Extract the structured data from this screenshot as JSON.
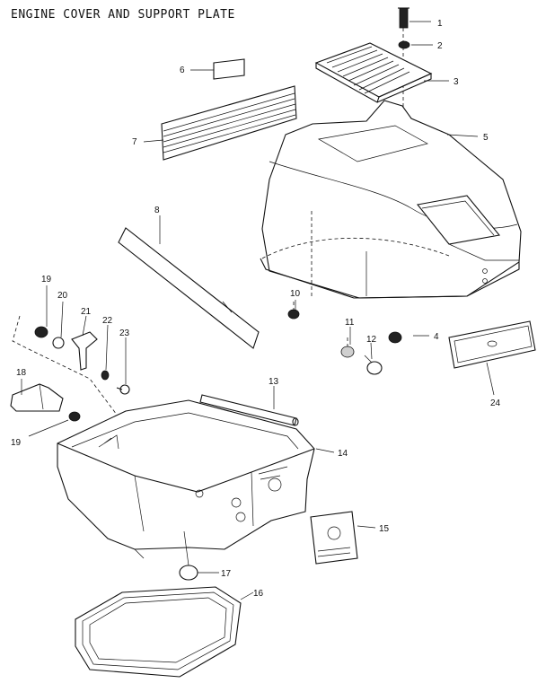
{
  "title": "ENGINE COVER AND SUPPORT PLATE",
  "callouts": [
    {
      "id": "c1",
      "label": "1"
    },
    {
      "id": "c2",
      "label": "2"
    },
    {
      "id": "c3",
      "label": "3"
    },
    {
      "id": "c4",
      "label": "4"
    },
    {
      "id": "c5",
      "label": "5"
    },
    {
      "id": "c6",
      "label": "6"
    },
    {
      "id": "c7",
      "label": "7"
    },
    {
      "id": "c8",
      "label": "8"
    },
    {
      "id": "c10",
      "label": "10"
    },
    {
      "id": "c11",
      "label": "11"
    },
    {
      "id": "c12",
      "label": "12"
    },
    {
      "id": "c13",
      "label": "13"
    },
    {
      "id": "c14",
      "label": "14"
    },
    {
      "id": "c15",
      "label": "15"
    },
    {
      "id": "c16",
      "label": "16"
    },
    {
      "id": "c17",
      "label": "17"
    },
    {
      "id": "c18",
      "label": "18"
    },
    {
      "id": "c19a",
      "label": "19"
    },
    {
      "id": "c19b",
      "label": "19"
    },
    {
      "id": "c20",
      "label": "20"
    },
    {
      "id": "c21",
      "label": "21"
    },
    {
      "id": "c22",
      "label": "22"
    },
    {
      "id": "c23",
      "label": "23"
    },
    {
      "id": "c24",
      "label": "24"
    }
  ]
}
